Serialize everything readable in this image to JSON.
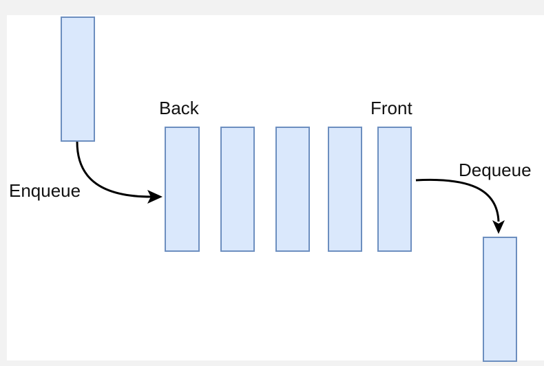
{
  "labels": {
    "back": "Back",
    "front": "Front",
    "enqueue": "Enqueue",
    "dequeue": "Dequeue"
  },
  "colors": {
    "box_fill": "#dae8fc",
    "box_stroke": "#6c8ebf",
    "arrow": "#000000",
    "text": "#111111"
  },
  "queue": {
    "element_count": 5
  }
}
